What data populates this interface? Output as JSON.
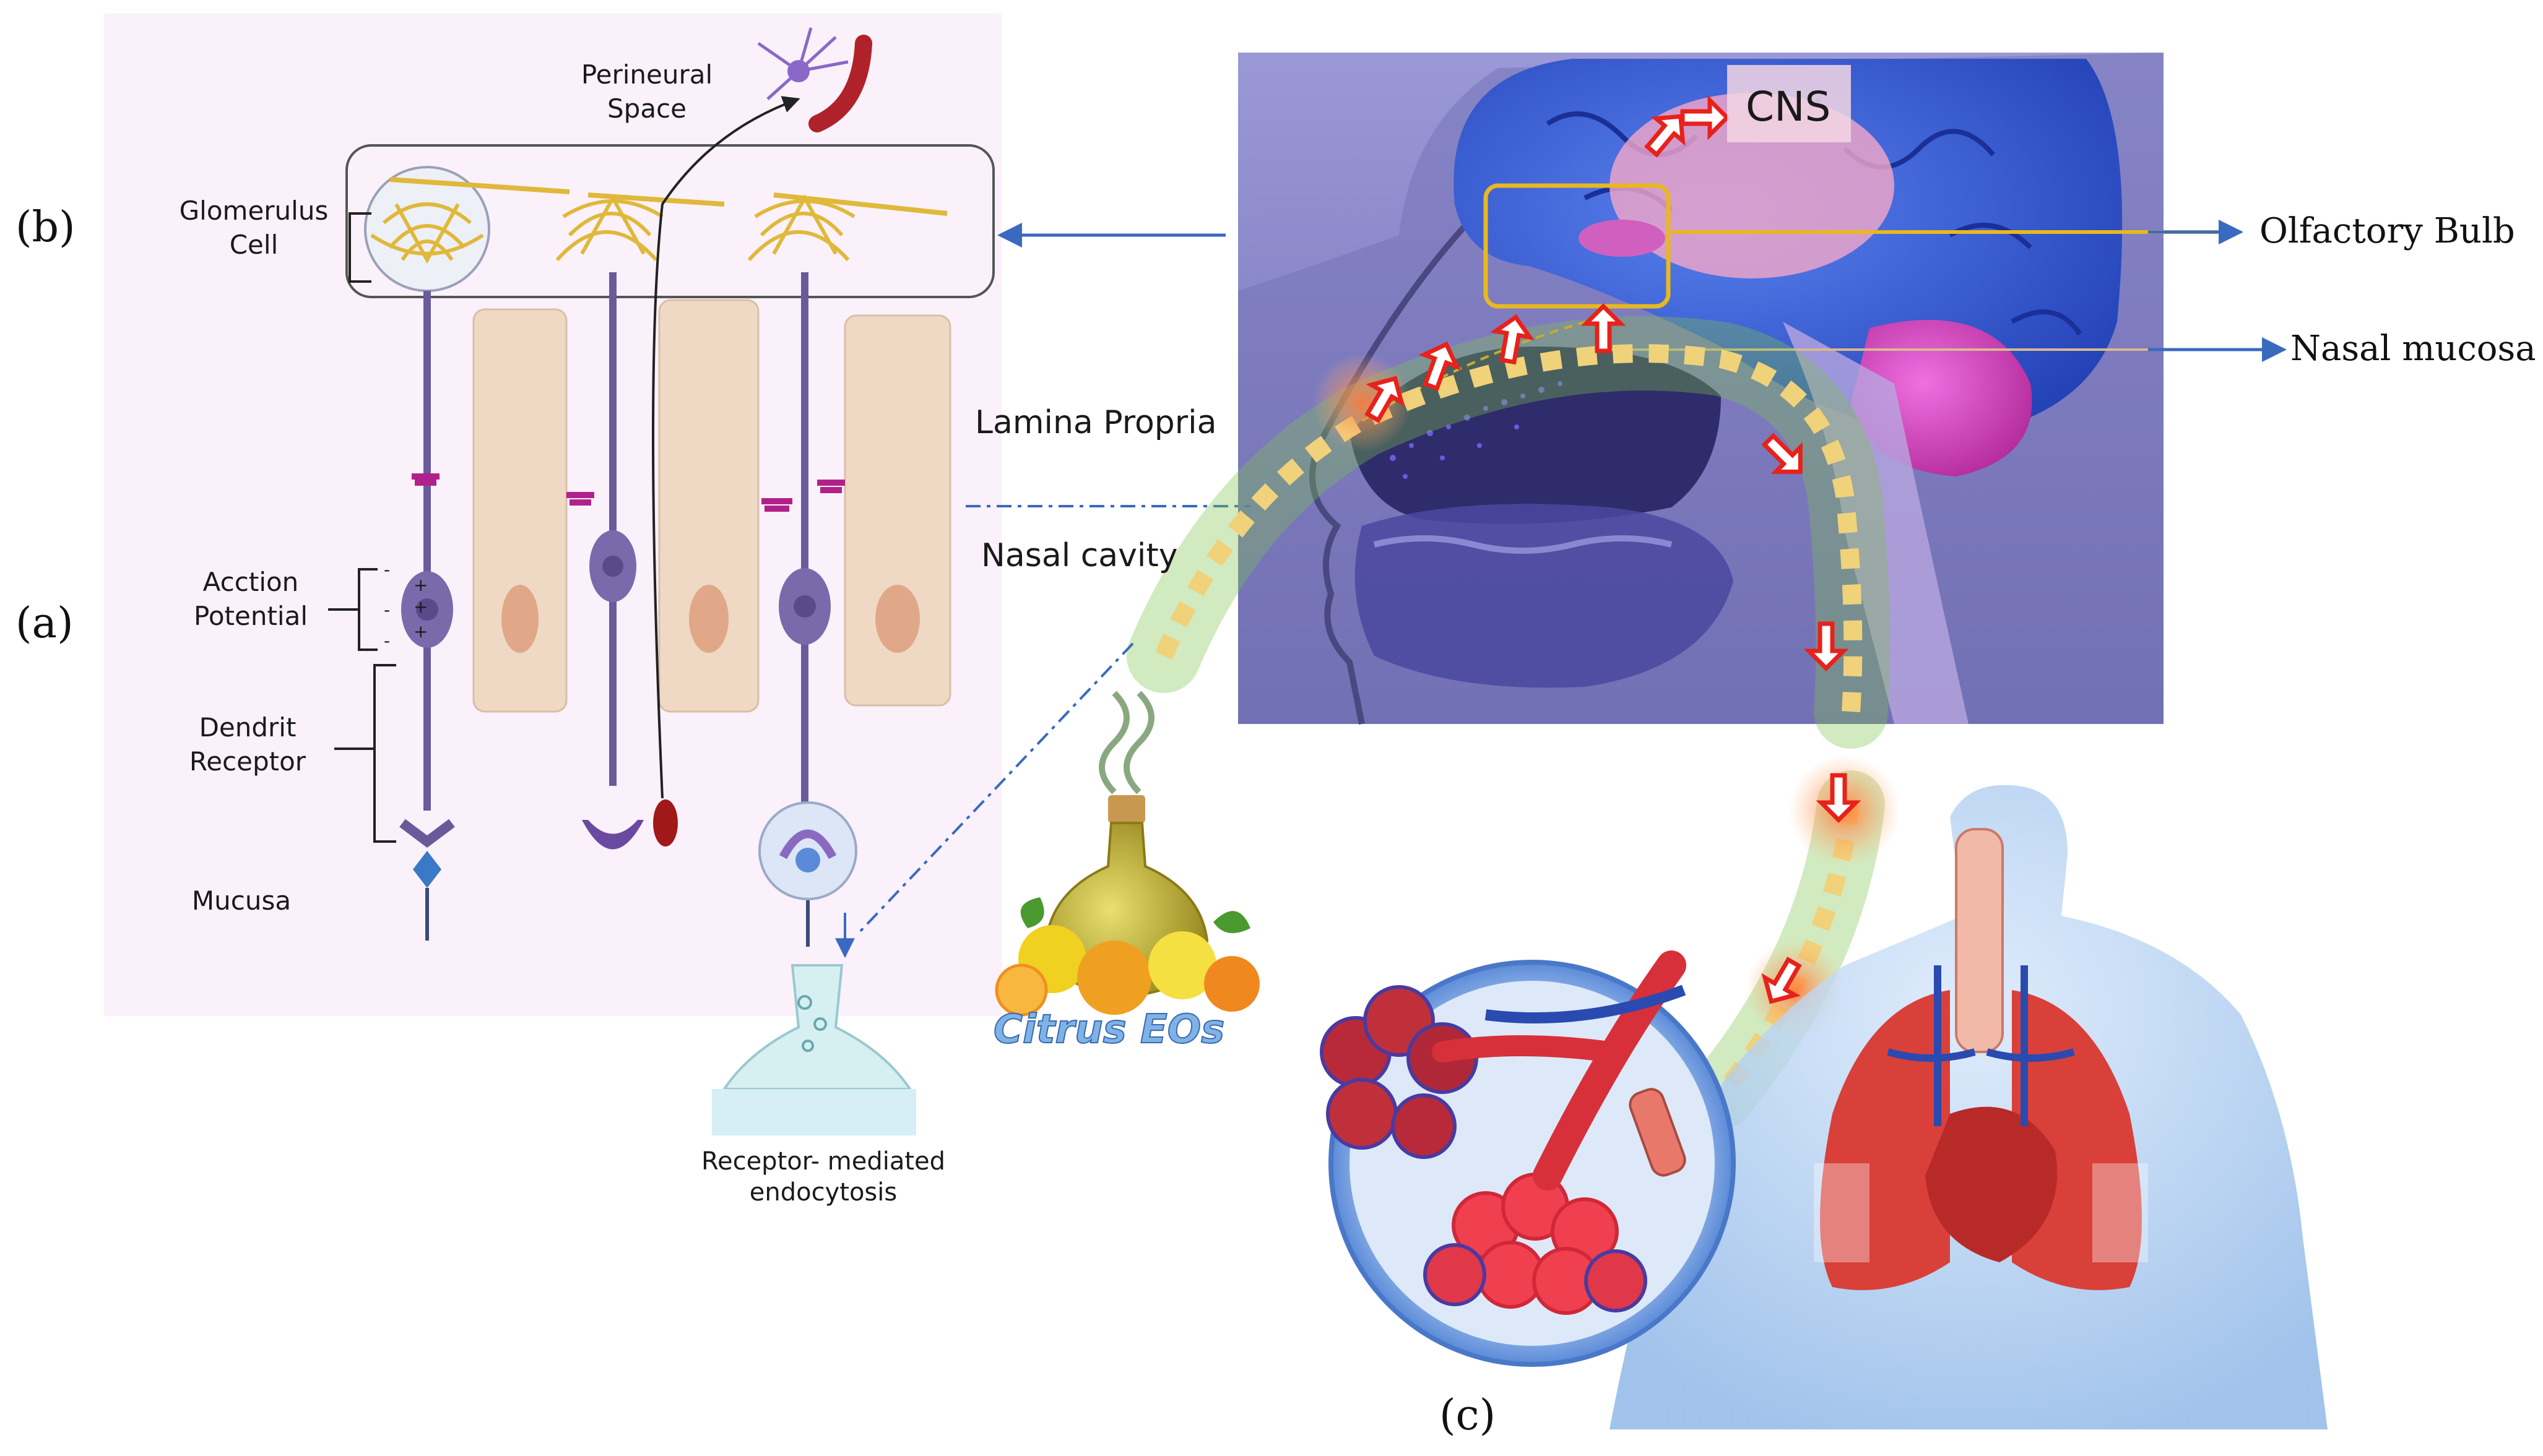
{
  "panel_labels": {
    "a": "(a)",
    "b": "(b)",
    "c": "(c)"
  },
  "panel_a": {
    "perineural_line1": "Perineural",
    "perineural_line2": "Space",
    "glomerulus_line1": "Glomerulus",
    "glomerulus_line2": "Cell",
    "action_line1": "Acction",
    "action_line2": "Potential",
    "dendrite_line1": "Dendrit",
    "dendrite_line2": "Receptor",
    "mucusa": "Mucusa",
    "endocytosis_line1": "Receptor- mediated",
    "endocytosis_line2": "endocytosis",
    "charge_signs": [
      "-",
      "+",
      "-",
      "+",
      "-",
      "+"
    ]
  },
  "head_labels": {
    "lamina_propria": "Lamina Propria",
    "nasal_cavity": "Nasal cavity",
    "cns": "CNS",
    "olfactory_bulb": "Olfactory Bulb",
    "nasal_mucosa": "Nasal mucosa"
  },
  "citrus_label": "Citrus EOs",
  "colors": {
    "neuron": "#6a5a9c",
    "glomerulus_dendrite": "#e0b83a",
    "support_cell": "#f0d9c4",
    "brain_blue": "#3a5fd8",
    "head_background": "#8a88c8",
    "arrow_red": "#e8211b",
    "green_glow": "#7dc24a",
    "lung_red": "#d9403a",
    "body_blue": "#a9c8ee",
    "citrus_text": "#4a86c8",
    "connector_blue": "#3a6ac0"
  }
}
